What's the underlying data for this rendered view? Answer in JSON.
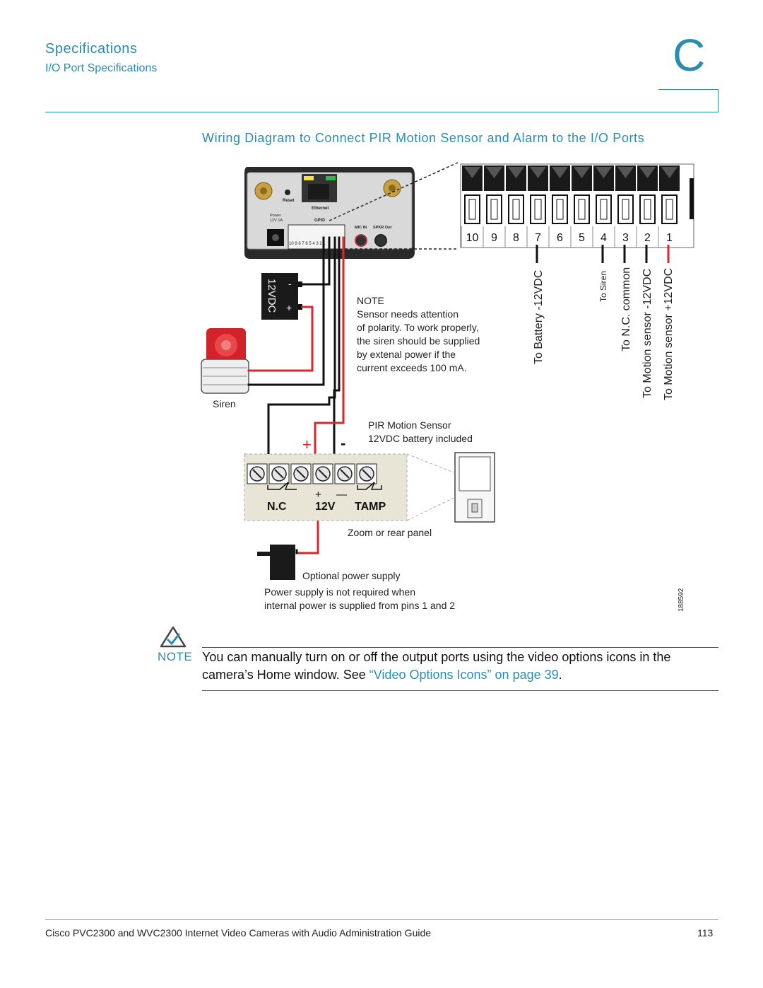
{
  "header": {
    "chapter_title": "Specifications",
    "section_title": "I/O Port Specifications",
    "chapter_letter": "C"
  },
  "figure": {
    "title": "Wiring Diagram to Connect PIR Motion Sensor and Alarm to the I/O Ports",
    "camera_labels": {
      "reset": "Reset",
      "ethernet": "Ethernet",
      "power": "Power",
      "power_rating": "12V 1A",
      "gpio": "GPIO",
      "mic_in": "MIC IN",
      "spkr_out": "SPKR Out"
    },
    "gpio_small_pins": "10 9 8 7 6 5 4 3 2 1",
    "terminal_pins": [
      "10",
      "9",
      "8",
      "7",
      "6",
      "5",
      "4",
      "3",
      "2",
      "1"
    ],
    "battery_label": "12VDC",
    "battery_minus": "-",
    "battery_plus": "+",
    "note_heading": "NOTE",
    "note_lines": [
      "Sensor needs attention",
      "of polarity.  To work properly,",
      "the siren should be supplied",
      "by extenal power if the",
      "current exceeds 100 mA."
    ],
    "siren_label": "Siren",
    "pin_labels": {
      "pin7": "To Battery -12VDC",
      "pin4": "To Siren",
      "pin3": "To N.C. common",
      "pin2": "To Motion sensor -12VDC",
      "pin1": "To Motion sensor +12VDC"
    },
    "pir_title": "PIR Motion Sensor",
    "pir_subtitle": "12VDC battery included",
    "plus_sign": "+",
    "minus_sign": "-",
    "sensor_terms": {
      "nc": "N.C",
      "v12": "12V",
      "tamp": "TAMP",
      "plus": "+",
      "minus": "—"
    },
    "zoom_label": "Zoom or rear panel",
    "psu_label": "Optional power supply",
    "psu_note_1": "Power supply is not required when",
    "psu_note_2": "internal power is supplied from pins 1 and 2",
    "figure_id": "188592"
  },
  "note": {
    "label": "NOTE",
    "text_before": "You can manually turn on or off the output ports using the video options icons in the camera’s Home window. See ",
    "link_text": "“Video Options Icons” on page 39",
    "text_after": "."
  },
  "footer": {
    "doc_title": "Cisco PVC2300 and WVC2300 Internet Video Cameras with Audio Administration Guide",
    "page_number": "113"
  },
  "colors": {
    "accent": "#2b8cb0",
    "wire_red": "#e0262b",
    "wire_black": "#111111"
  }
}
